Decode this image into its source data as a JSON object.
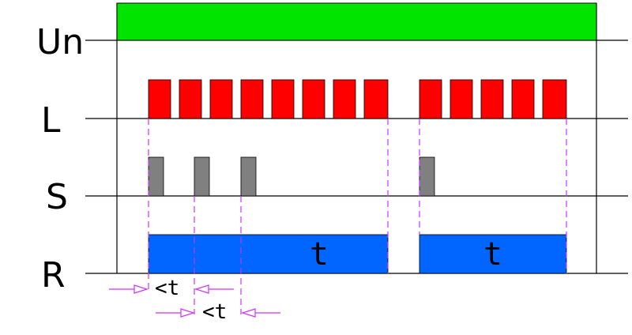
{
  "rows": {
    "un": {
      "label": "Un"
    },
    "l": {
      "label": "L"
    },
    "s": {
      "label": "S"
    },
    "r": {
      "label": "R"
    }
  },
  "timing": {
    "r_interval_1": "t",
    "r_interval_2": "t",
    "lt_interval_1": "<t",
    "lt_interval_2": "<t"
  },
  "colors": {
    "un": "#00e400",
    "l": "#ff0000",
    "s": "#808080",
    "r": "#0066ff",
    "guide": "#cc33ff",
    "line": "#000000"
  }
}
